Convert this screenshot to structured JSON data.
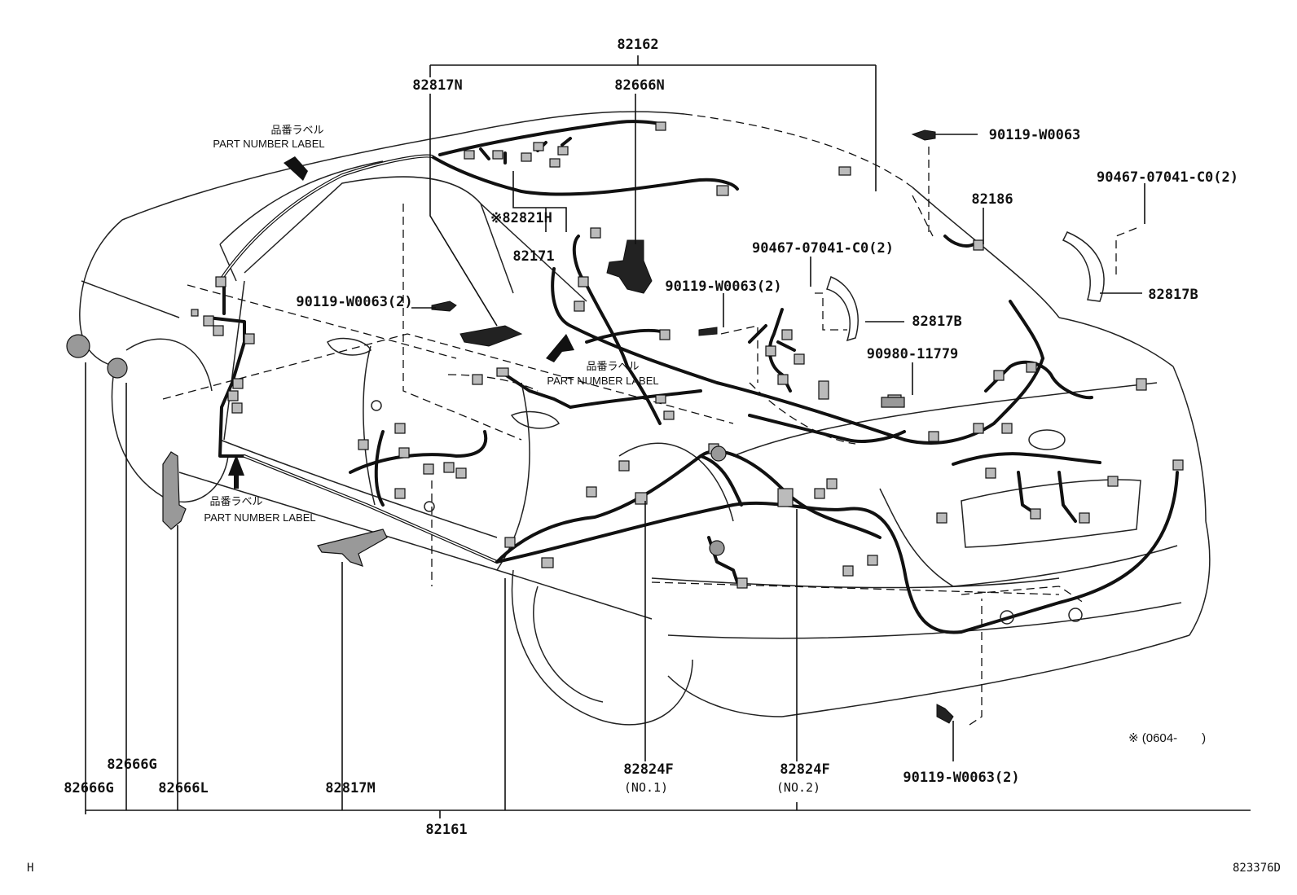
{
  "labels": {
    "top_assembly": "82162",
    "bottom_assembly": "82161",
    "p_82817N": "82817N",
    "p_82666N": "82666N",
    "p_82821H": "※82821H",
    "p_82171": "82171",
    "p_90119_top": "90119-W0063",
    "p_82186": "82186",
    "p_90467_right": "90467-07041-C0(2)",
    "p_90467_mid": "90467-07041-C0(2)",
    "p_82817B_right": "82817B",
    "p_82817B_mid": "82817B",
    "p_90119_mid": "90119-W0063(2)",
    "p_90119_left": "90119-W0063(2)",
    "p_90980": "90980-11779",
    "p_82666G_upper": "82666G",
    "p_82666G_lower": "82666G",
    "p_82666L": "82666L",
    "p_82817M": "82817M",
    "p_82824F_1": "82824F",
    "p_82824F_1_sub": "(NO.1)",
    "p_82824F_2": "82824F",
    "p_82824F_2_sub": "(NO.2)",
    "p_90119_bottom": "90119-W0063(2)"
  },
  "notes": {
    "label_jp": "品番ラベル",
    "label_en": "PART NUMBER LABEL",
    "footnote": "※ (0604-　　)"
  },
  "footer": {
    "left_code": "H",
    "ref_number": "823376D"
  }
}
